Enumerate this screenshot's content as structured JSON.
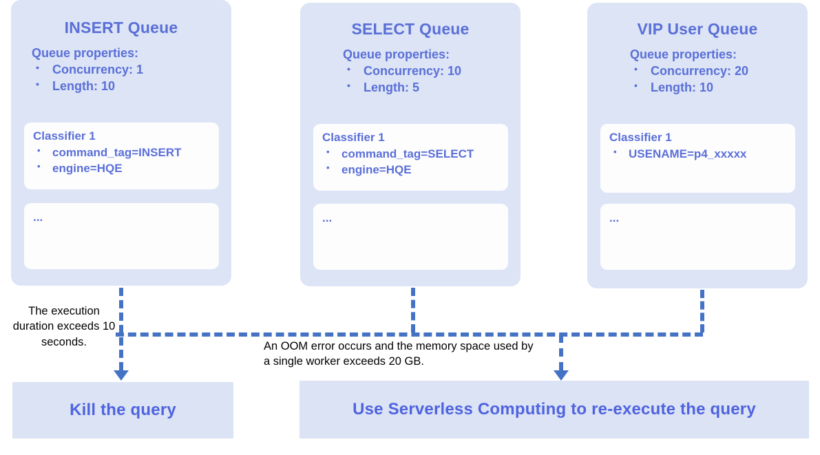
{
  "diagram": {
    "queues": [
      {
        "title": "INSERT Queue",
        "properties_heading": "Queue properties:",
        "properties": [
          "Concurrency: 1",
          "Length: 10"
        ],
        "classifier_title": "Classifier 1",
        "classifier_rules": [
          "command_tag=INSERT",
          "engine=HQE"
        ],
        "more_box_text": "..."
      },
      {
        "title": "SELECT Queue",
        "properties_heading": "Queue properties:",
        "properties": [
          "Concurrency: 10",
          "Length: 5"
        ],
        "classifier_title": "Classifier 1",
        "classifier_rules": [
          "command_tag=SELECT",
          "engine=HQE"
        ],
        "more_box_text": "..."
      },
      {
        "title": "VIP User Queue",
        "properties_heading": "Queue properties:",
        "properties": [
          "Concurrency: 20",
          "Length: 10"
        ],
        "classifier_title": "Classifier 1",
        "classifier_rules": [
          "USENAME=p4_xxxxx"
        ],
        "more_box_text": "..."
      }
    ],
    "annotations": {
      "timeout_note": "The execution duration exceeds 10 seconds.",
      "oom_note": "An OOM error occurs and the memory space used by a single worker exceeds 20 GB."
    },
    "results": [
      {
        "label": "Kill the query"
      },
      {
        "label": "Use Serverless Computing to re-execute the query"
      }
    ],
    "colors": {
      "card_background": "#dce4f5",
      "inner_box_background": "#fdfdfe",
      "accent_blue": "#5a6fd8",
      "connector_blue": "#4472c4",
      "result_box_background": "#dbe3f4",
      "result_label": "#4f63e0",
      "note_text": "#000000",
      "page_background": "#ffffff"
    }
  }
}
